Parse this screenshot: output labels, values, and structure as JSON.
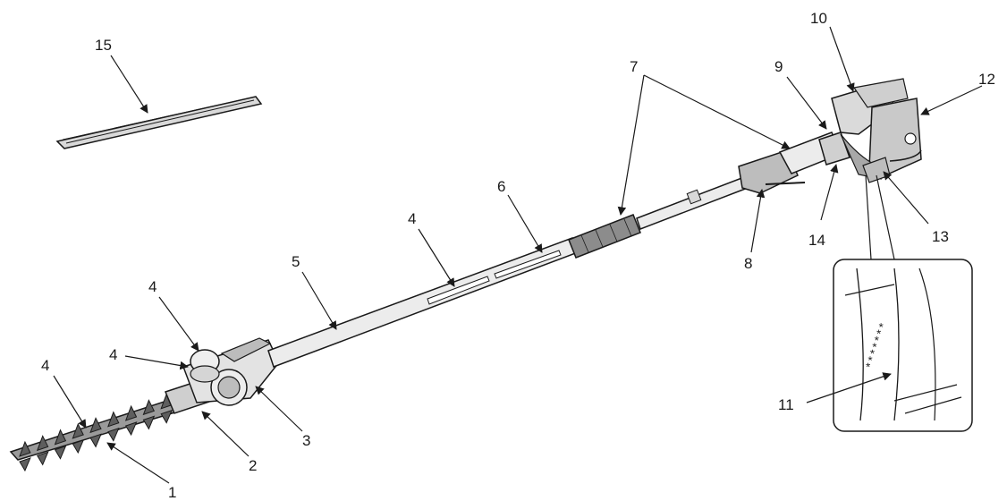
{
  "callouts": [
    {
      "id": "c1",
      "text": "1"
    },
    {
      "id": "c2",
      "text": "2"
    },
    {
      "id": "c3",
      "text": "3"
    },
    {
      "id": "c4a",
      "text": "4"
    },
    {
      "id": "c4b",
      "text": "4"
    },
    {
      "id": "c4c",
      "text": "4"
    },
    {
      "id": "c4d",
      "text": "4"
    },
    {
      "id": "c5",
      "text": "5"
    },
    {
      "id": "c6",
      "text": "6"
    },
    {
      "id": "c7",
      "text": "7"
    },
    {
      "id": "c8",
      "text": "8"
    },
    {
      "id": "c9",
      "text": "9"
    },
    {
      "id": "c10",
      "text": "10"
    },
    {
      "id": "c11",
      "text": "11"
    },
    {
      "id": "c12",
      "text": "12"
    },
    {
      "id": "c13",
      "text": "13"
    },
    {
      "id": "c14",
      "text": "14"
    },
    {
      "id": "c15",
      "text": "15"
    }
  ],
  "inset": {
    "serial_mark": "*******"
  },
  "colors": {
    "line": "#1a1a1a",
    "fill_light": "#e6e6e6",
    "fill_mid": "#c8c8c8",
    "fill_dark": "#8a8a8a"
  }
}
